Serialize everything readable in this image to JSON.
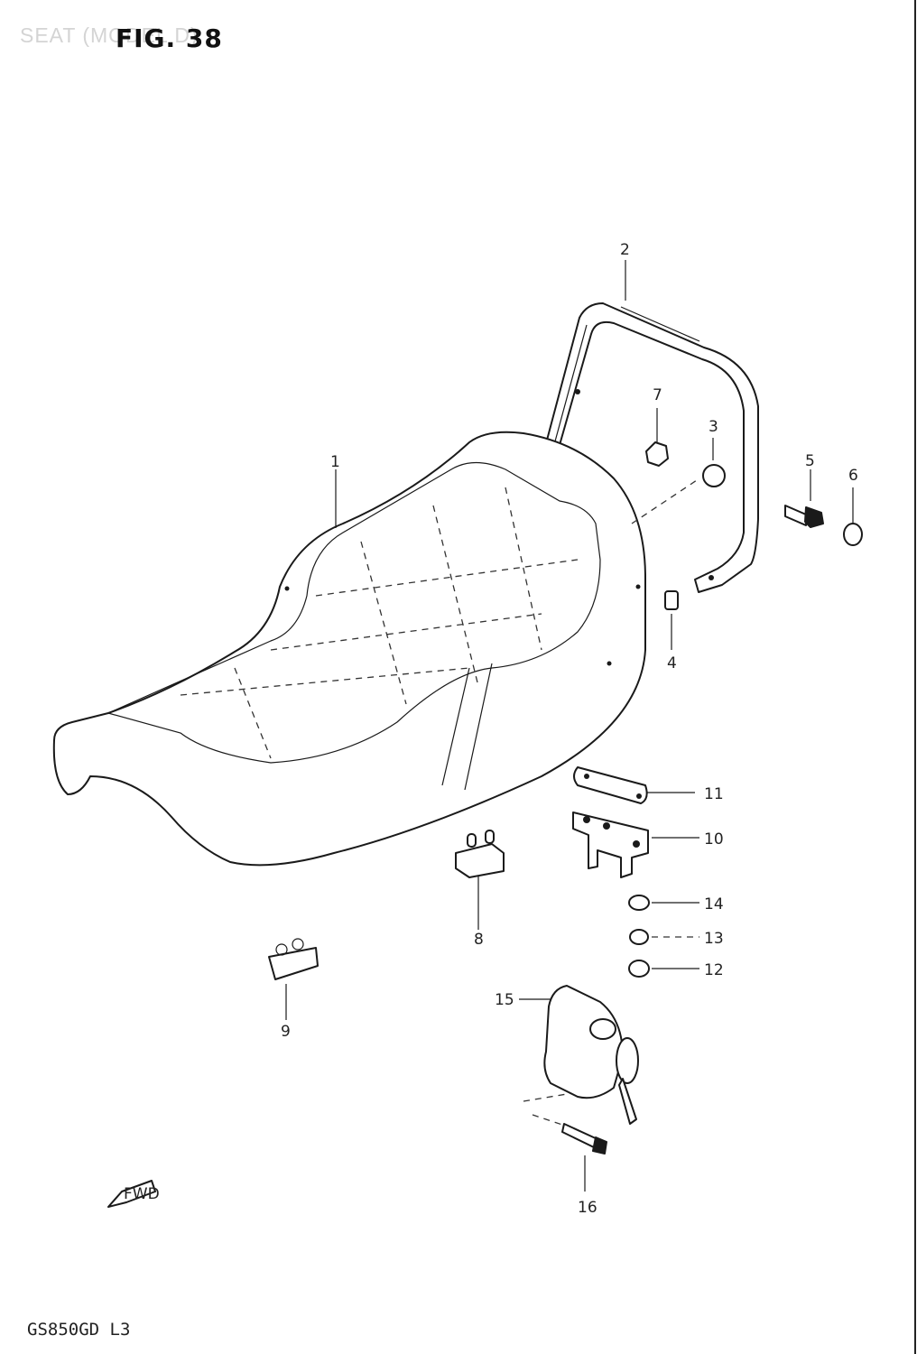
{
  "header": {
    "faint_title": "SEAT (MODEL D)",
    "figure_title": "FIG. 38"
  },
  "footer": {
    "model_code": "GS850GD L3"
  },
  "fwd_marker": "FWD",
  "parts": {
    "p1": "1",
    "p2": "2",
    "p3": "3",
    "p4": "4",
    "p5": "5",
    "p6": "6",
    "p7": "7",
    "p8": "8",
    "p9": "9",
    "p10": "10",
    "p11": "11",
    "p12": "12",
    "p13": "13",
    "p14": "14",
    "p15": "15",
    "p16": "16"
  }
}
